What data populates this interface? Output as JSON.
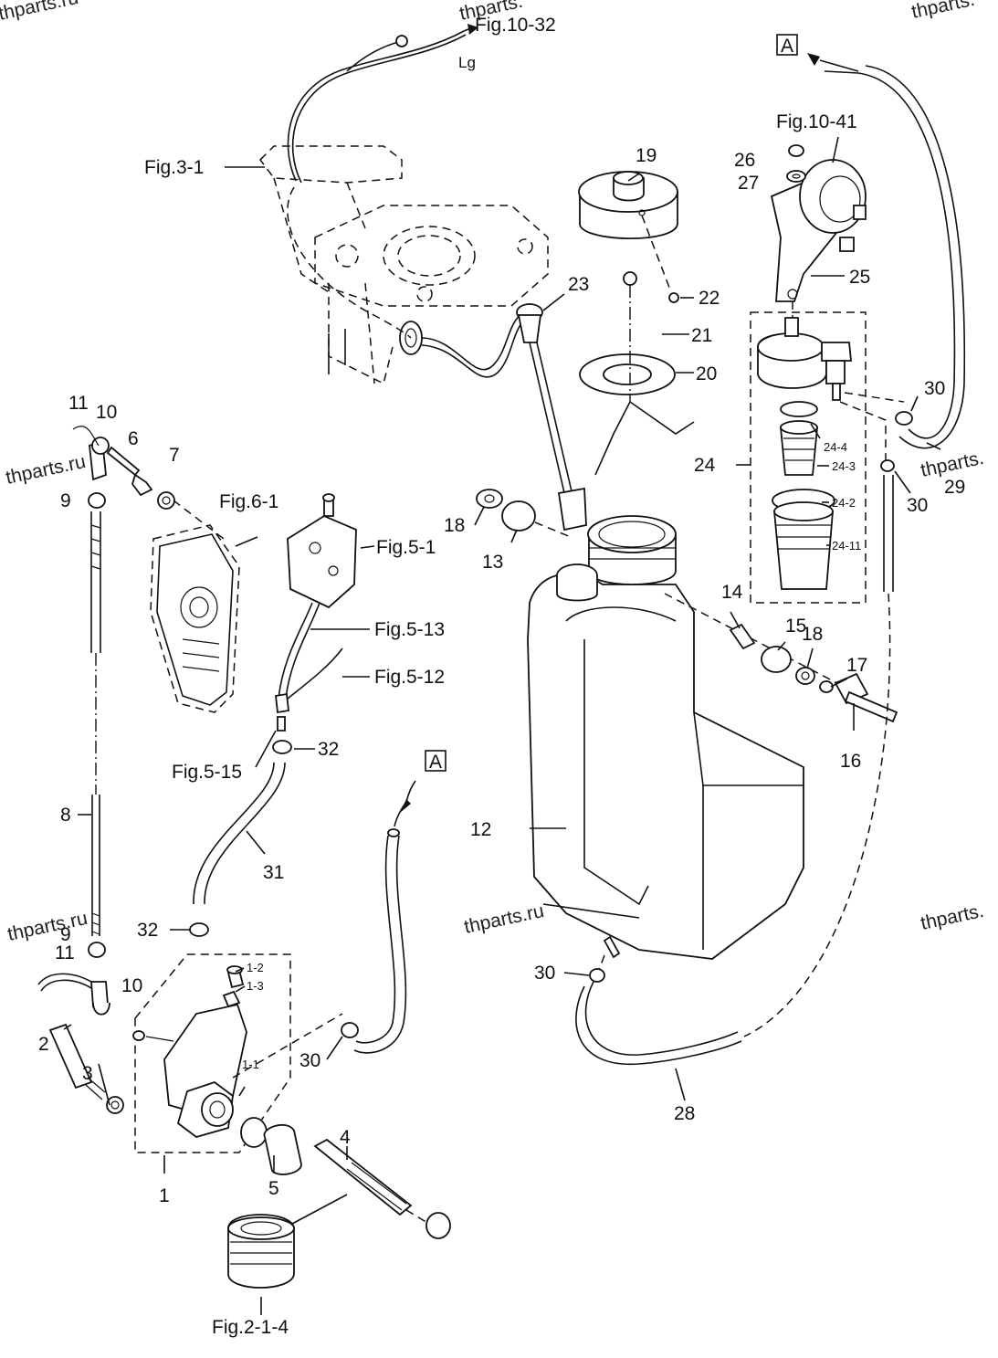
{
  "watermarks": [
    "thparts.ru",
    "thparts.",
    "thparts.",
    "thparts.ru",
    "thparts.",
    "thparts.ru",
    "thparts.ru",
    "thparts."
  ],
  "figure_refs": {
    "fig_10_32": "Fig.10-32",
    "fig_3_1": "Fig.3-1",
    "fig_10_41": "Fig.10-41",
    "fig_6_1": "Fig.6-1",
    "fig_5_1": "Fig.5-1",
    "fig_5_13": "Fig.5-13",
    "fig_5_12": "Fig.5-12",
    "fig_5_15": "Fig.5-15",
    "fig_2_1_4": "Fig.2-1-4"
  },
  "wire_color_code": "Lg",
  "connector_marks": [
    "A",
    "A"
  ],
  "part_numbers": [
    "1",
    "1-1",
    "1-2",
    "1-3",
    "2",
    "3",
    "4",
    "5",
    "6",
    "7",
    "8",
    "9",
    "9",
    "10",
    "10",
    "11",
    "11",
    "12",
    "13",
    "14",
    "15",
    "16",
    "17",
    "18",
    "18",
    "19",
    "20",
    "21",
    "22",
    "23",
    "24",
    "24-11",
    "24-2",
    "24-3",
    "24-4",
    "25",
    "26",
    "27",
    "28",
    "29",
    "30",
    "30",
    "30",
    "30",
    "30",
    "31",
    "32",
    "32"
  ]
}
